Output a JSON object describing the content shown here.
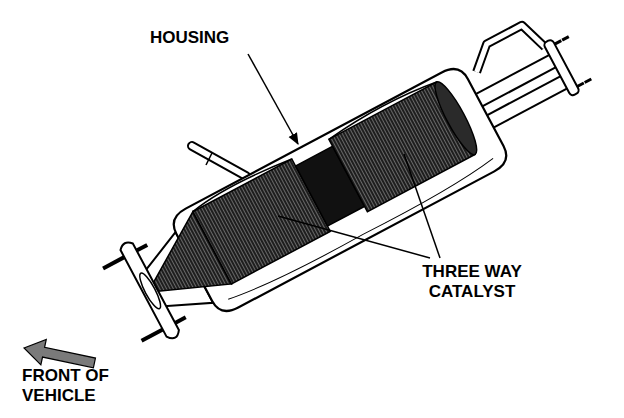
{
  "diagram": {
    "labels": [
      "HOUSING",
      "THREE WAY CATALYST",
      "FRONT OF VEHICLE"
    ]
  }
}
